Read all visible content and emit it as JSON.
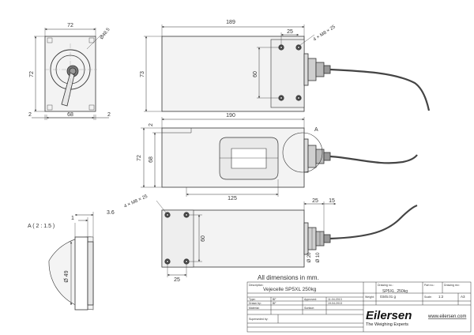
{
  "dimensions": {
    "front_width": "72",
    "front_height_left": "72",
    "bolt_circle": "Ø48.5",
    "front_base": "68",
    "front_gap_left": "2",
    "front_gap_right": "2",
    "top_length": "189",
    "top_hole_offset": "25",
    "top_holes": "4 × M8 × 25",
    "top_height": "73",
    "top_hole_spacing": "60",
    "side_length": "190",
    "side_height": "72",
    "side_inner_height": "68",
    "side_gap": "2",
    "side_span": "125",
    "detail_label": "A",
    "bottom_holes": "4 × M8 × 25",
    "bottom_offset_right": "25",
    "bottom_offset_far": "15",
    "bottom_hole_spacing": "60",
    "bottom_hole_offset": "25",
    "bottom_dia_20": "Ø 20",
    "bottom_dia_10": "Ø 10",
    "detail_scale": "A  ( 2 : 1.5 )",
    "detail_1": "1",
    "detail_36": "3.6",
    "detail_dia": "Ø 49"
  },
  "title_block": {
    "all_dims": "All dimensions in mm.",
    "description_label": "Description:",
    "description": "Vejecelle SP5XL 250kg",
    "drawing_no_label": "Drawing no.:",
    "drawing_no": "SP5XL_250kg",
    "part_no_label": "Part no.:",
    "drawing_rev_label": "Drawing rev.:",
    "type_label": "Type:",
    "type_value": "BF",
    "drawn_by_label": "Drawn by:",
    "drawn_by": "BF",
    "approved_label": "Approved:",
    "date_1": "11-04-2013",
    "date_2": "19-04-2013",
    "material_label": "Material:",
    "surface_label": "Surface:",
    "weight_label": "Weight:",
    "weight_value": "0345.01 g",
    "scale_label": "Scale:",
    "scale_value": "1:2",
    "sheet_size": "A3",
    "supersedes_label": "Superseded by:",
    "logo": "Eilersen",
    "tagline": "The Weighing Experts",
    "website": "www.eilersen.com"
  }
}
